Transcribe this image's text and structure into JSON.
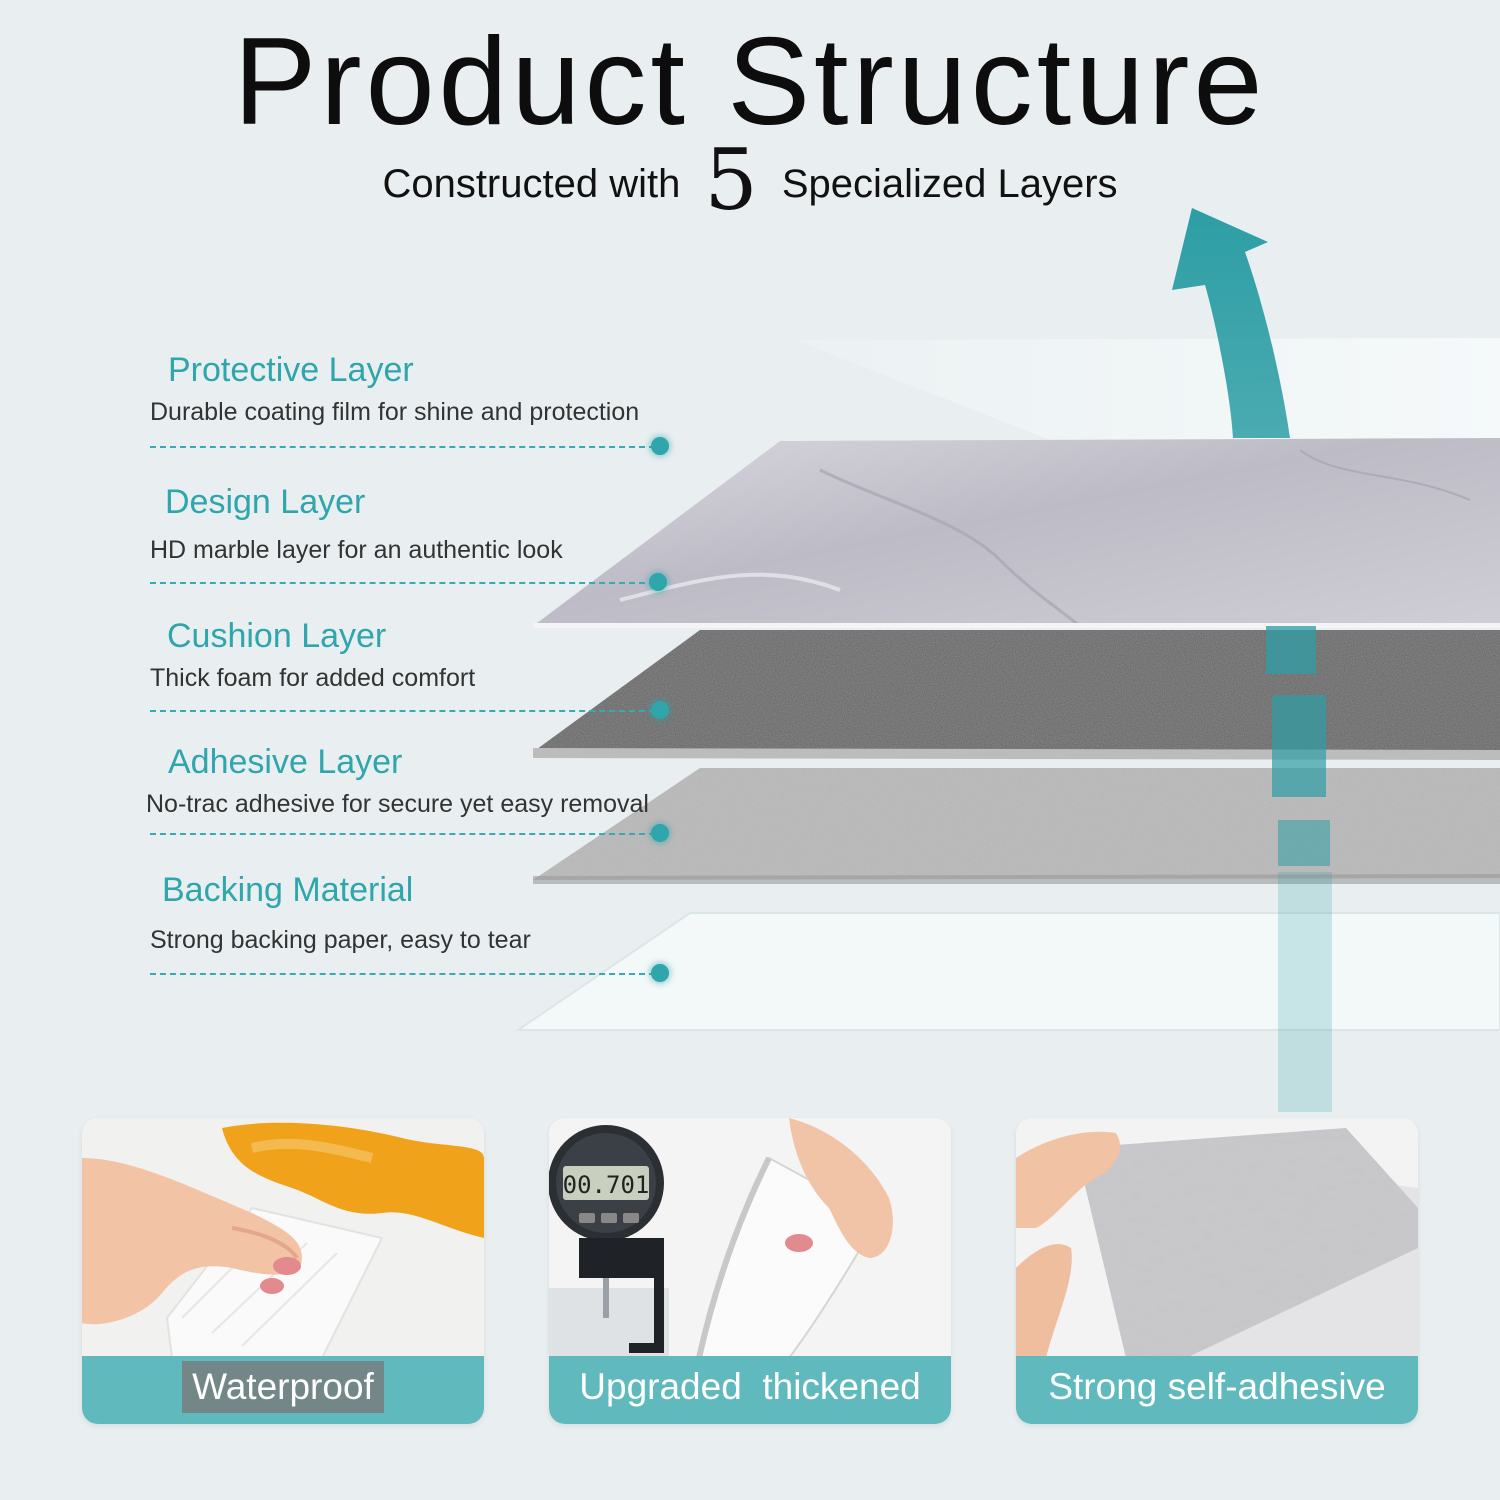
{
  "header": {
    "title": "Product Structure",
    "subtitle_before": "Constructed with",
    "subtitle_number": "5",
    "subtitle_after": "Specialized Layers"
  },
  "layers": [
    {
      "name": "Protective Layer",
      "description": "Durable coating film for shine and protection"
    },
    {
      "name": "Design Layer",
      "description": "HD marble layer for an authentic look"
    },
    {
      "name": "Cushion Layer",
      "description": "Thick foam for added comfort"
    },
    {
      "name": "Adhesive Layer",
      "description": "No-trac adhesive for secure yet easy removal"
    },
    {
      "name": "Backing Material",
      "description": "Strong backing paper, easy to tear"
    }
  ],
  "features": [
    {
      "label": "Waterproof",
      "photo": "hand-wiping-spill-photo"
    },
    {
      "label": "Upgraded  thickened",
      "photo": "thickness-gauge-photo",
      "gauge_reading": "00.701"
    },
    {
      "label": "Strong self-adhesive",
      "photo": "peeling-adhesive-photo"
    }
  ],
  "colors": {
    "accent": "#2fa5ac",
    "background": "#e9eff1",
    "card_bar": "#5fb9bd",
    "title": "#0d0d0d"
  }
}
